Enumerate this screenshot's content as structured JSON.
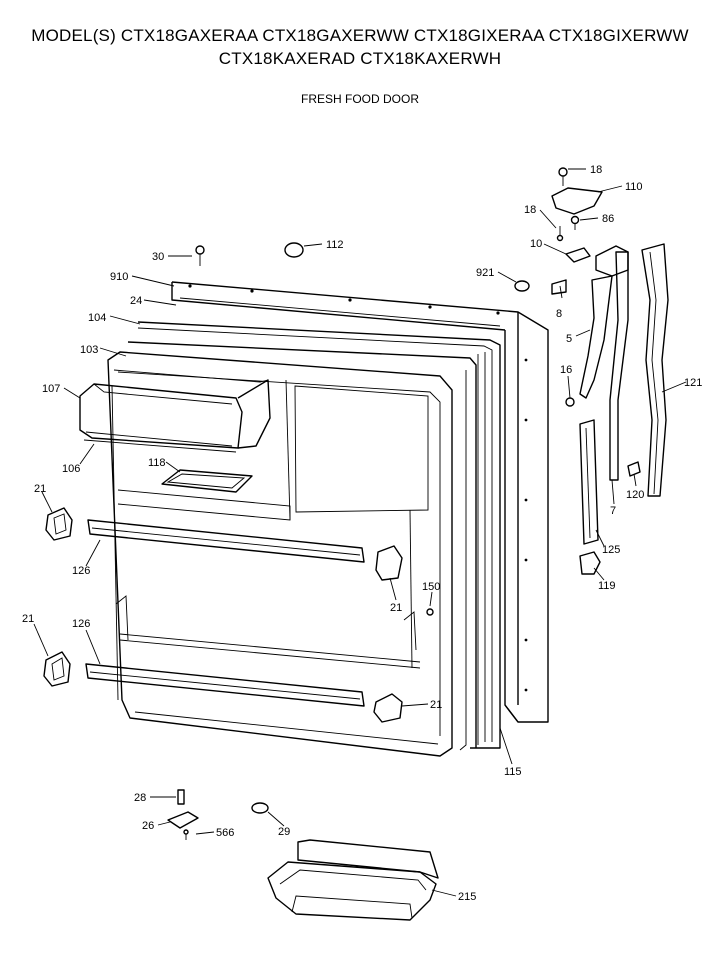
{
  "header": {
    "models_line1": "MODEL(S) CTX18GAXERAA  CTX18GAXERWW  CTX18GIXERAA  CTX18GIXERWW",
    "models_line2": "CTX18KAXERAD  CTX18KAXERWH",
    "section_title": "FRESH FOOD DOOR"
  },
  "parts": {
    "p18a": "18",
    "p110": "110",
    "p18b": "18",
    "p86": "86",
    "p10": "10",
    "p30": "30",
    "p112": "112",
    "p910": "910",
    "p921": "921",
    "p24": "24",
    "p104": "104",
    "p8": "8",
    "p5": "5",
    "p103": "103",
    "p16": "16",
    "p121": "121",
    "p107": "107",
    "p106": "106",
    "p118": "118",
    "p120": "120",
    "p7": "7",
    "p21a": "21",
    "p125": "125",
    "p126a": "126",
    "p119": "119",
    "p150": "150",
    "p21b": "21",
    "p21c": "21",
    "p126b": "126",
    "p21d": "21",
    "p115": "115",
    "p28": "28",
    "p26": "26",
    "p566": "566",
    "p29": "29",
    "p215": "215"
  }
}
